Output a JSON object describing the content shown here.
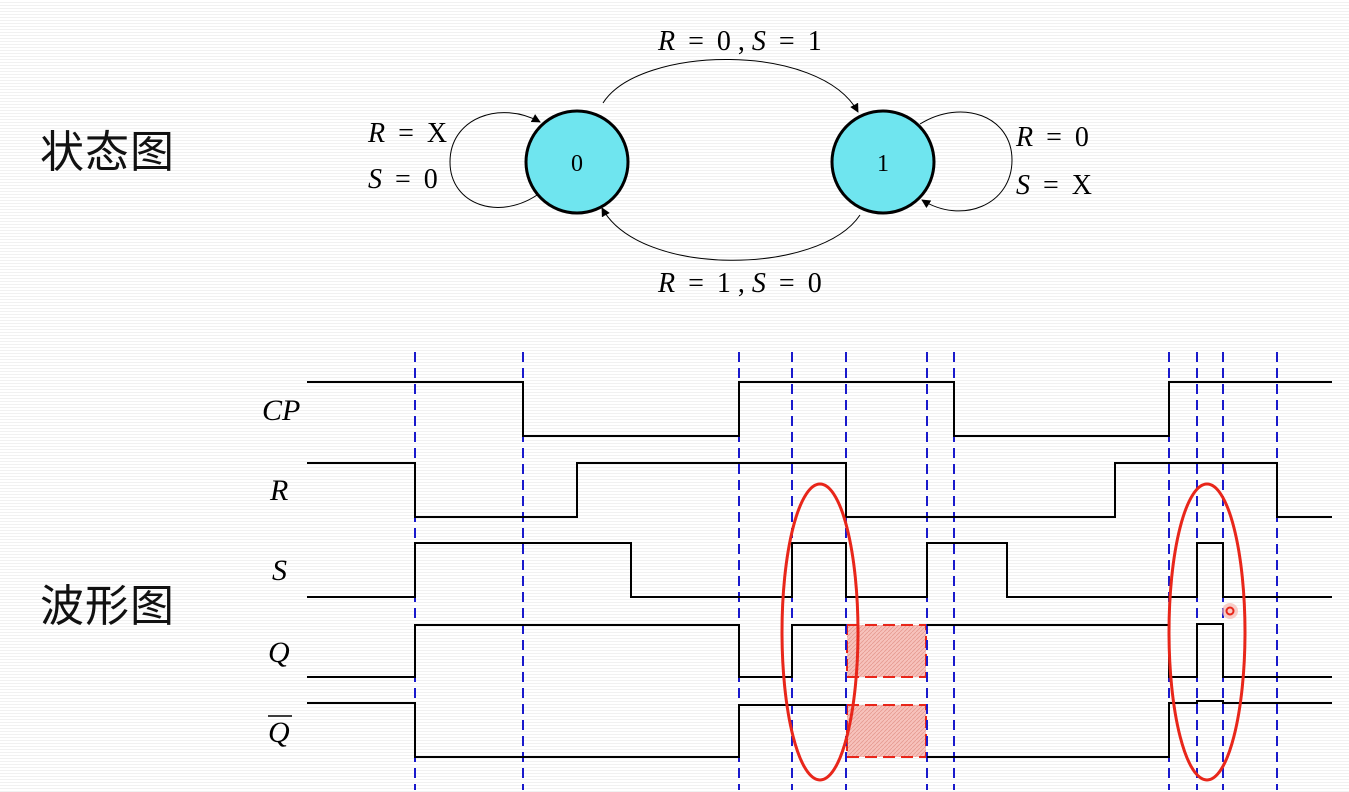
{
  "titles": {
    "state_diagram": "状态图",
    "waveform": "波形图"
  },
  "colors": {
    "state_fill": "#6fe5ef",
    "grid_line": "#1a1acc",
    "highlight": "#e8261a",
    "shade": "#f5b3ac"
  },
  "state_diagram": {
    "states": [
      {
        "label": "0"
      },
      {
        "label": "1"
      }
    ],
    "transitions": {
      "to_one": {
        "r": "R",
        "r_val": "0",
        "s": "S",
        "s_val": "1"
      },
      "to_zero": {
        "r": "R",
        "r_val": "1",
        "s": "S",
        "s_val": "0"
      }
    },
    "self_loops": {
      "state0": {
        "r": "R",
        "r_val": "X",
        "s": "S",
        "s_val": "0"
      },
      "state1": {
        "r": "R",
        "r_val": "0",
        "s": "S",
        "s_val": "X"
      }
    },
    "eq": "="
  },
  "waveform": {
    "signals": [
      {
        "label": "CP"
      },
      {
        "label": "R"
      },
      {
        "label": "S"
      },
      {
        "label": "Q"
      },
      {
        "label": "Q"
      }
    ]
  }
}
